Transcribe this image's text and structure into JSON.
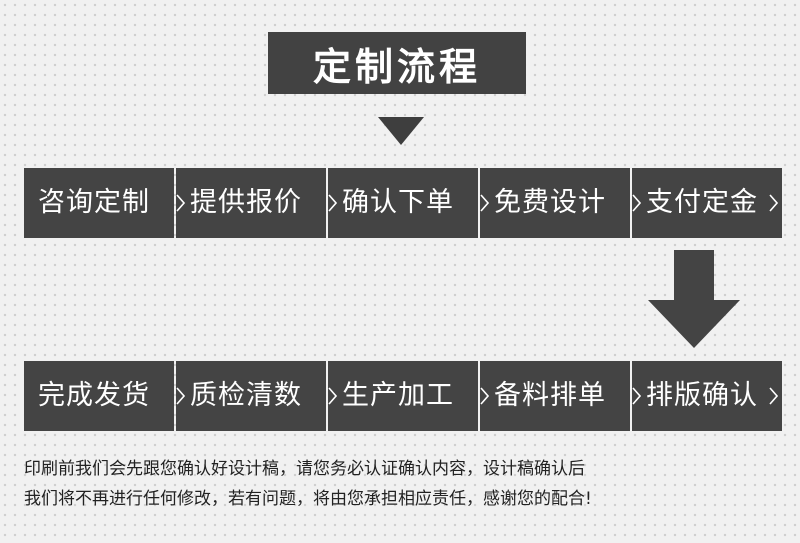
{
  "title": "定制流程",
  "row1": [
    {
      "label": "咨询定制"
    },
    {
      "label": "提供报价"
    },
    {
      "label": "确认下单"
    },
    {
      "label": "免费设计"
    },
    {
      "label": "支付定金"
    }
  ],
  "row2": [
    {
      "label": "完成发货"
    },
    {
      "label": "质检清数"
    },
    {
      "label": "生产加工"
    },
    {
      "label": "备料排单"
    },
    {
      "label": "排版确认"
    }
  ],
  "footer": {
    "line1": "印刷前我们会先跟您确认好设计稿，请您务必认证确认内容，设计稿确认后",
    "line2": "我们将不再进行任何修改，若有问题，将由您承担相应责任，感谢您的配合!"
  },
  "colors": {
    "box": "#444444",
    "text": "#ffffff",
    "background": "#f1f1f1"
  },
  "icons": {
    "title_pointer": "down-triangle-icon",
    "row_turn": "down-arrow-icon",
    "step_separator": "chevron-right-icon"
  }
}
